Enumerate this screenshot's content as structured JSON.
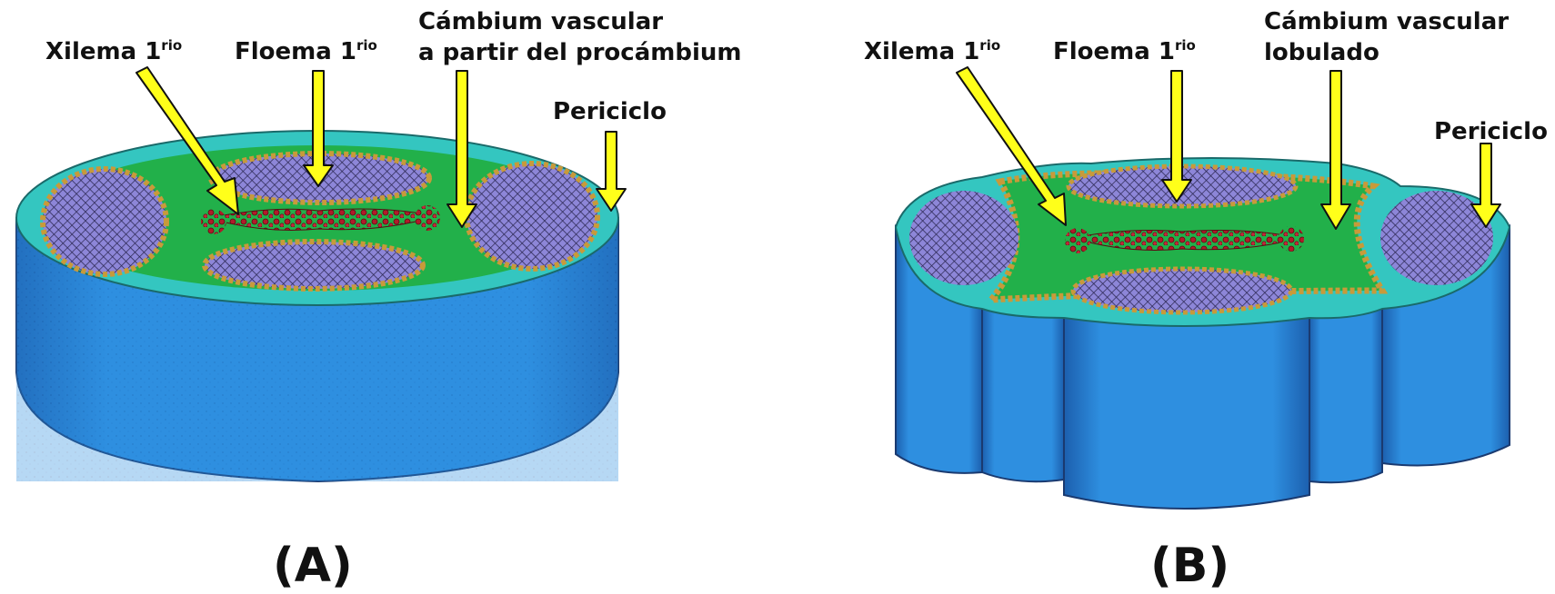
{
  "colors": {
    "background": "#ffffff",
    "epidermis_blue": "#2e8fe0",
    "pericycle_teal": "#34c6c0",
    "xylem_grid_lavender": "#8d86d8",
    "cambium_green": "#22b04a",
    "cambium_cells_tan": "#c89a3a",
    "xylem_cells_red": "#b01c2a",
    "arrow_yellow": "#ffff1a",
    "text": "#111111"
  },
  "panels": [
    {
      "caption": "(A)",
      "labels": {
        "xylem_main": "Xilema 1",
        "xylem_sup": "rio",
        "phloem_main": "Floema 1",
        "phloem_sup": "rio",
        "cambium_line1": "Cámbium vascular",
        "cambium_line2": "a partir del procámbium",
        "pericycle": "Periciclo"
      }
    },
    {
      "caption": "(B)",
      "labels": {
        "xylem_main": "Xilema 1",
        "xylem_sup": "rio",
        "phloem_main": "Floema 1",
        "phloem_sup": "rio",
        "cambium_line1": "Cámbium vascular",
        "cambium_line2": "lobulado",
        "pericycle": "Periciclo"
      }
    }
  ]
}
